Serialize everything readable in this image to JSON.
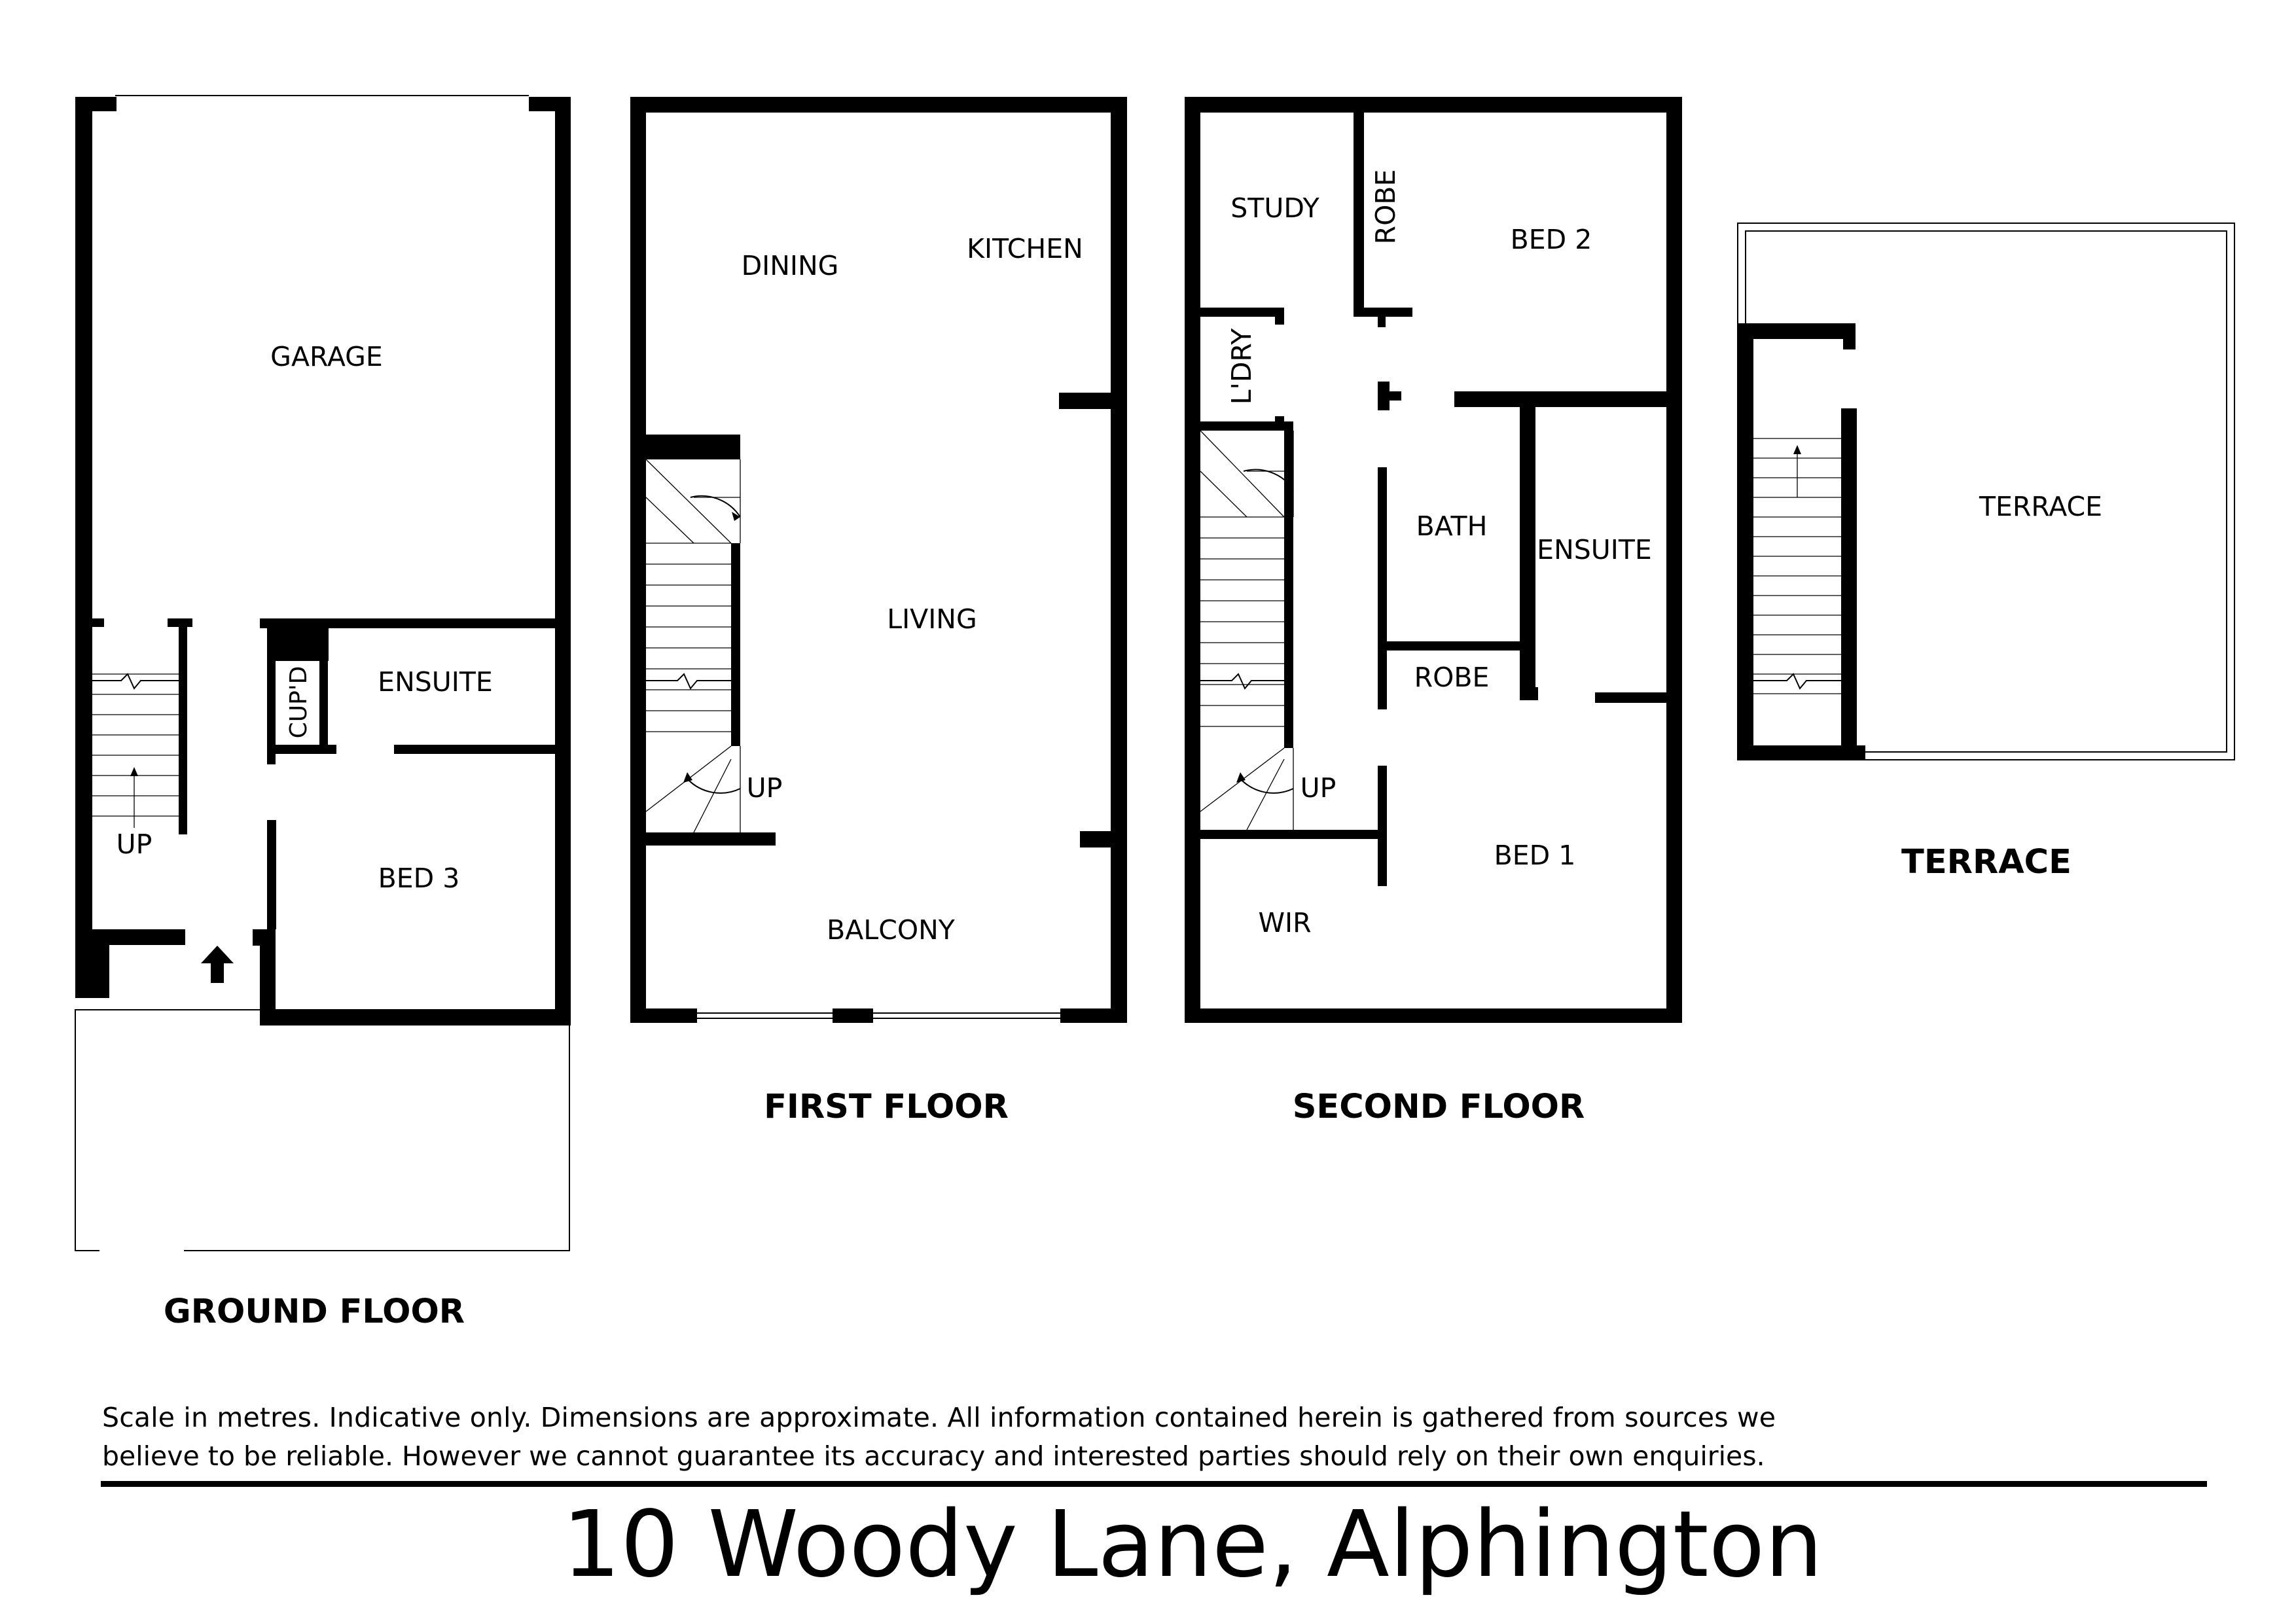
{
  "ground_floor": {
    "title": "GROUND FLOOR",
    "rooms": {
      "garage": "GARAGE",
      "ensuite": "ENSUITE",
      "cupboard": "CUP'D",
      "bed3": "BED 3",
      "stair": "UP"
    }
  },
  "first_floor": {
    "title": "FIRST FLOOR",
    "rooms": {
      "dining": "DINING",
      "kitchen": "KITCHEN",
      "living": "LIVING",
      "balcony": "BALCONY",
      "stair": "UP"
    }
  },
  "second_floor": {
    "title": "SECOND FLOOR",
    "rooms": {
      "study": "STUDY",
      "robe_top": "ROBE",
      "bed2": "BED 2",
      "laundry": "L'DRY",
      "bath": "BATH",
      "ensuite": "ENSUITE",
      "robe_mid": "ROBE",
      "bed1": "BED 1",
      "wir": "WIR",
      "stair": "UP"
    }
  },
  "terrace_level": {
    "title": "TERRACE",
    "rooms": {
      "terrace": "TERRACE"
    }
  },
  "disclaimer": {
    "line1": "Scale in metres. Indicative only. Dimensions are approximate.  All information contained herein is gathered from sources we",
    "line2": "believe to be reliable. However we cannot guarantee its accuracy and interested parties should rely on their own enquiries."
  },
  "address": "10 Woody Lane, Alphington"
}
